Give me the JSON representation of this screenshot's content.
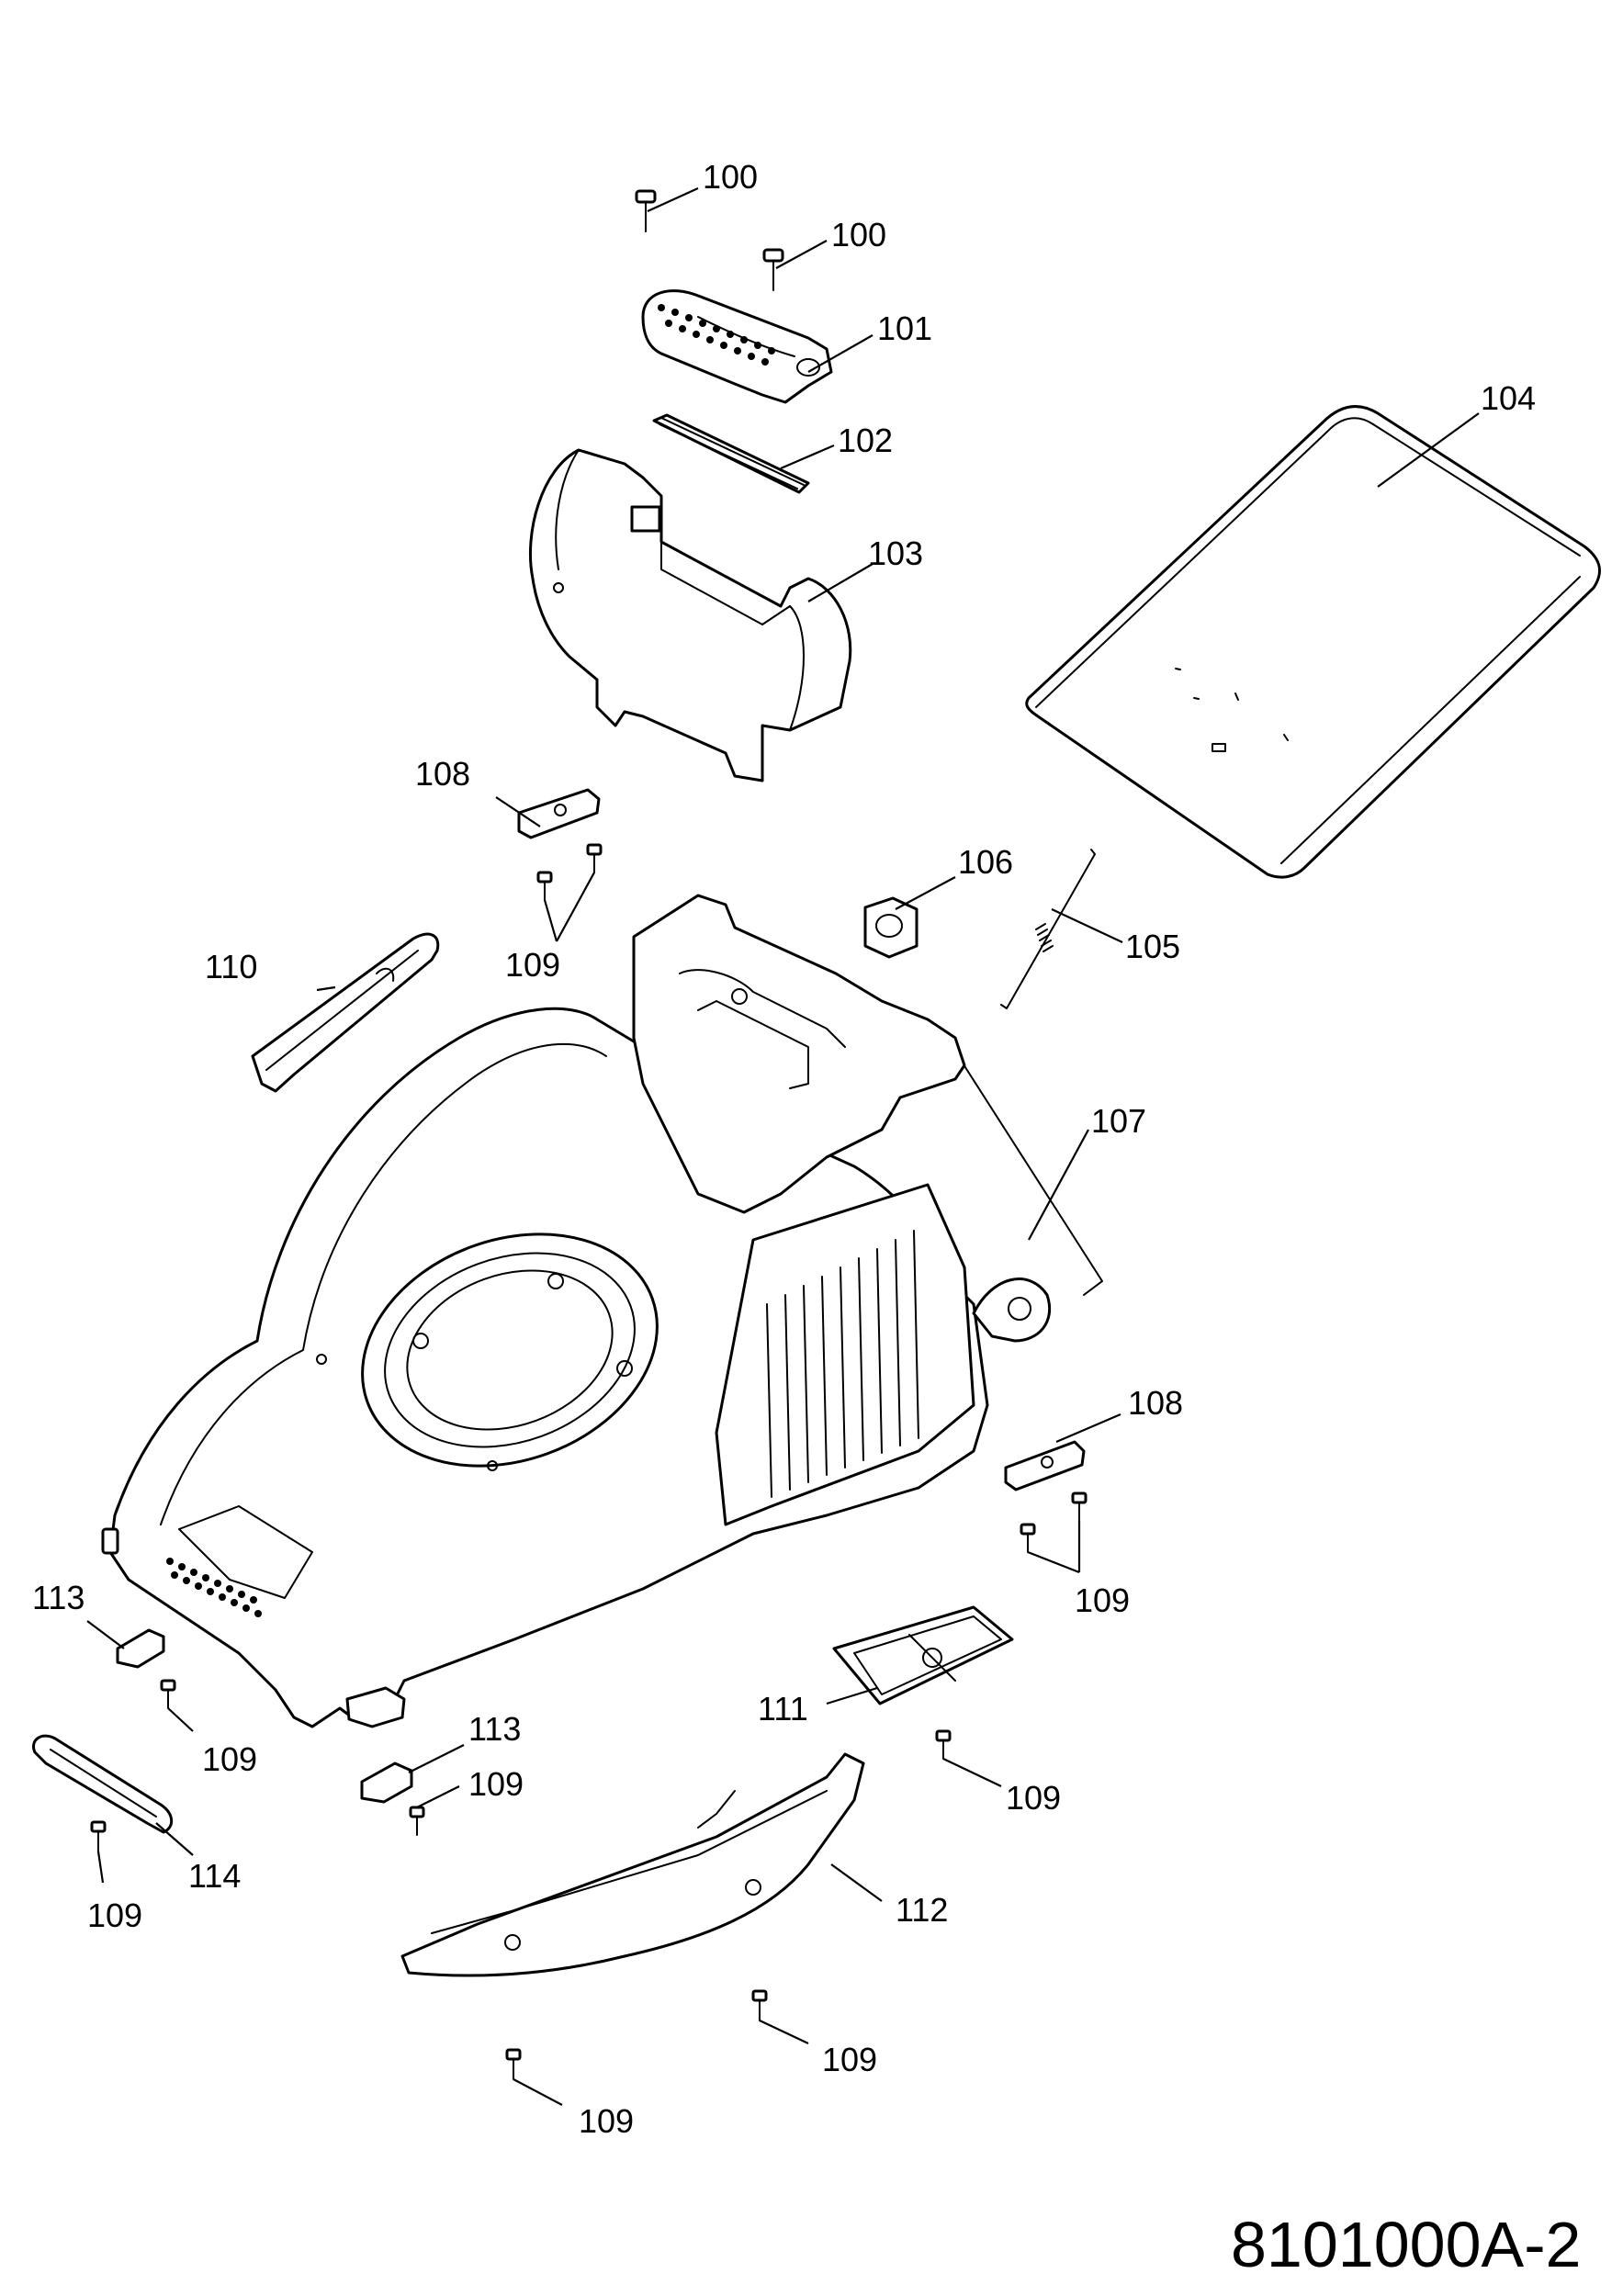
{
  "diagram_code": "8101000A-2",
  "callouts": {
    "p100a": "100",
    "p100b": "100",
    "p101": "101",
    "p102": "102",
    "p103": "103",
    "p104": "104",
    "p105": "105",
    "p106": "106",
    "p107": "107",
    "p108a": "108",
    "p108b": "108",
    "p109a": "109",
    "p109b": "109",
    "p109c": "109",
    "p109d": "109",
    "p109e": "109",
    "p109f": "109",
    "p109g": "109",
    "p109h": "109",
    "p110": "110",
    "p111": "111",
    "p112": "112",
    "p113a": "113",
    "p113b": "113",
    "p114": "114"
  }
}
